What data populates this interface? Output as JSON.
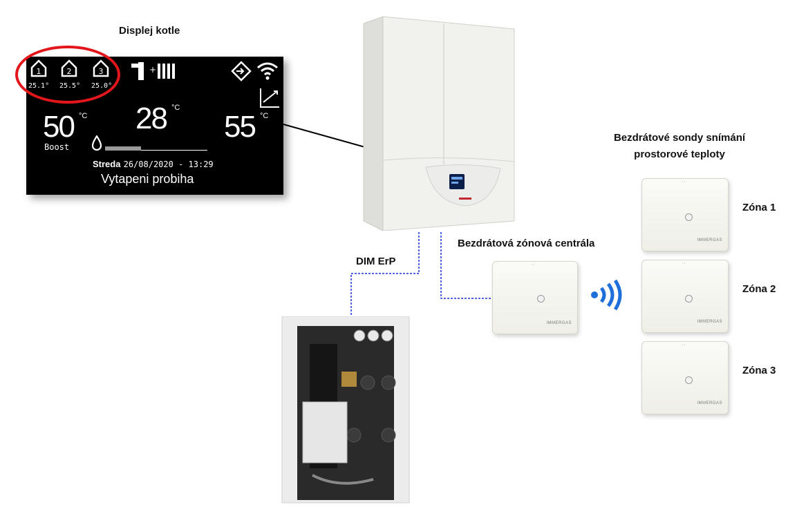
{
  "labels": {
    "display_title": "Displej kotle",
    "sensors_title": "Bezdrátové sondy snímání prostorové teploty",
    "central_title": "Bezdrátová zónová centrála",
    "dim": "DIM ErP",
    "zone1": "Zóna 1",
    "zone2": "Zóna 2",
    "zone3": "Zóna 3"
  },
  "display": {
    "zones": [
      {
        "num": "1",
        "temp": "25.1°"
      },
      {
        "num": "2",
        "temp": "25.5°"
      },
      {
        "num": "3",
        "temp": "25.0°"
      }
    ],
    "left_temp": "50",
    "left_unit": "°C",
    "left_mode": "Boost",
    "center_temp": "28",
    "center_unit": "°C",
    "right_temp": "55",
    "right_unit": "°C",
    "day": "Streda",
    "datetime": "26/08/2020 - 13:29",
    "status": "Vytapeni probiha",
    "flame_level": 0.35
  },
  "brand_logo": "IMMERGAS",
  "colors": {
    "highlight_ring": "#e3161b",
    "connection_line": "#1a2fd6",
    "display_bg": "#000000",
    "signal_blue": "#1e6fd9"
  }
}
